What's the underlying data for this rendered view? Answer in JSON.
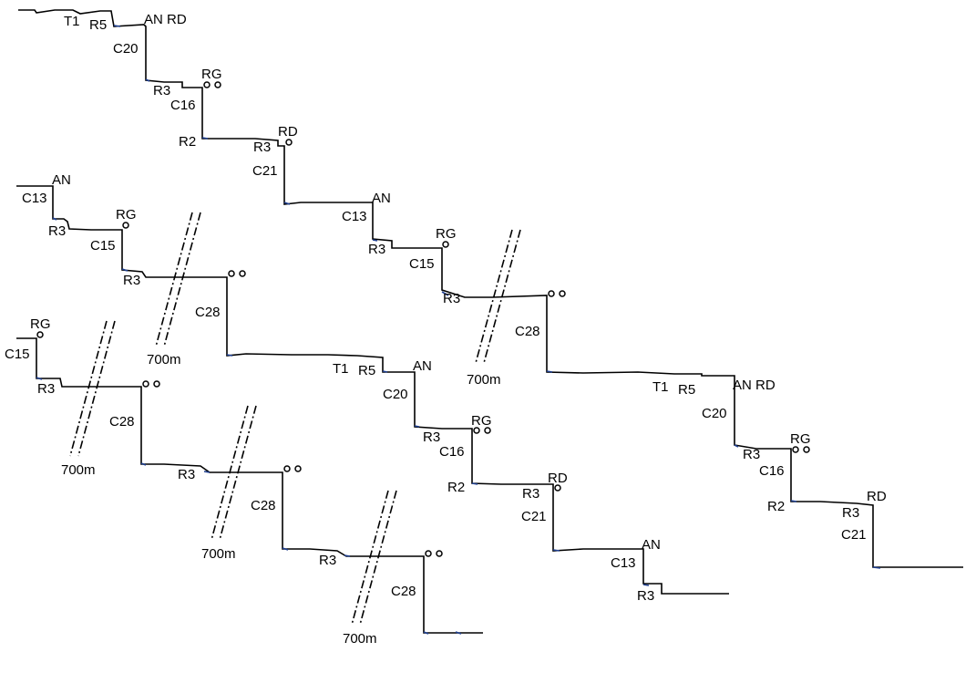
{
  "labels": {
    "t1": "T1",
    "r5": "R5",
    "an": "AN",
    "rd": "RD",
    "an_rd": "AN RD",
    "c20": "C20",
    "r3": "R3",
    "rg": "RG",
    "c16": "C16",
    "r2": "R2",
    "c21": "C21",
    "c13": "C13",
    "c15": "C15",
    "c28": "C28",
    "dist": "700m"
  },
  "colors": {
    "line": "#000000",
    "accent": "#1f3f8f"
  }
}
